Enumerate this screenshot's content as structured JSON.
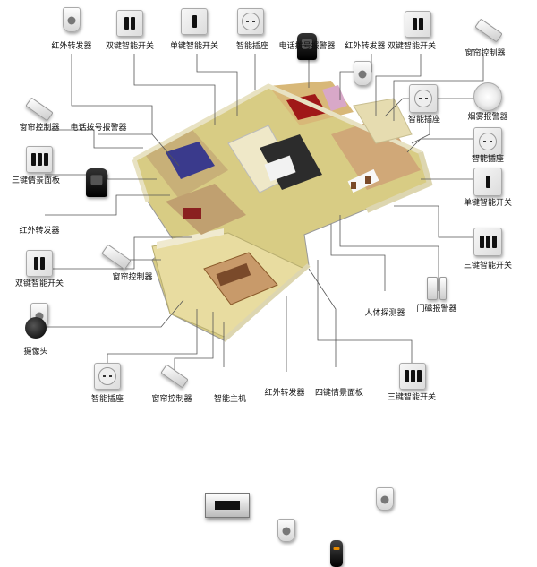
{
  "labels": {
    "ir_top": "红外转发器",
    "dual_top": "双键智能开关",
    "single_top": "单键智能开关",
    "socket_top": "智能插座",
    "phone_top": "电话拨号报警器",
    "ir_top2": "红外转发器",
    "dual_top2": "双键智能开关",
    "curtain_top_right": "窗帘控制器",
    "curtain_left1": "窗帘控制器",
    "phone_left": "电话拨号报警器",
    "scene_left": "三键情景面板",
    "ir_left": "红外转发器",
    "dual_left": "双键智能开关",
    "curtain_mid": "窗帘控制器",
    "camera": "摄像头",
    "socket_bottom": "智能插座",
    "curtain_bottom": "窗帘控制器",
    "host": "智能主机",
    "ir_bottom": "红外转发器",
    "remote": "四键情景面板",
    "triple_bottom": "三键智能开关",
    "human_sensor": "人体探测器",
    "door_alarm": "门磁报警器",
    "triple_right": "三键智能开关",
    "single_right": "单键智能开关",
    "socket_right": "智能插座",
    "smoke": "烟雾报警器",
    "socket_right2": "智能插座"
  },
  "colors": {
    "floor": "#d8cc84",
    "wall": "#f0ead0",
    "line": "#555555",
    "bed_blue": "#3a3a8c",
    "wood": "#b87a3c",
    "rug": "#c89a6a",
    "red": "#a01818"
  }
}
